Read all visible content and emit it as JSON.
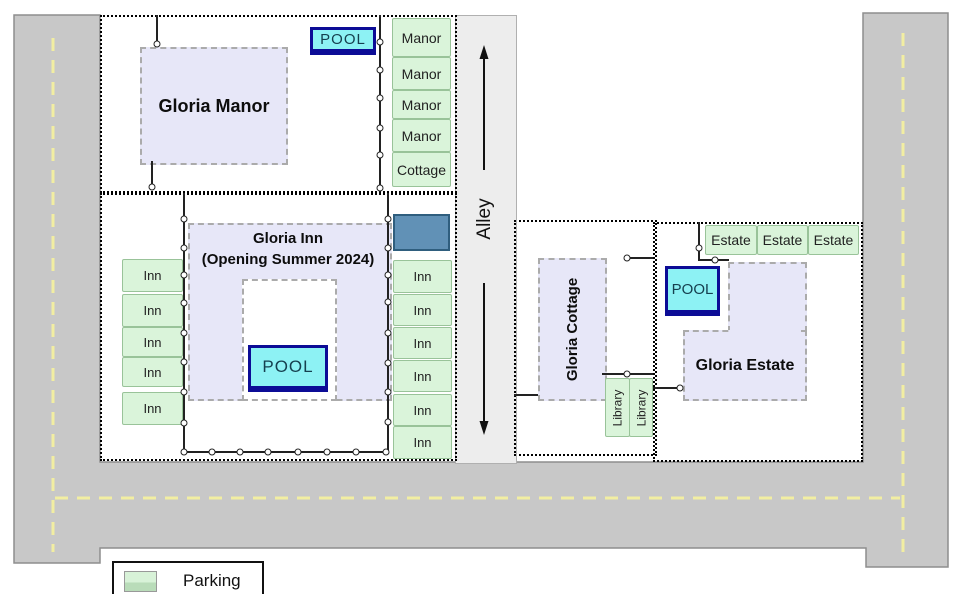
{
  "alley": {
    "label": "Alley"
  },
  "legend": {
    "parking_label": "Parking"
  },
  "manor": {
    "name": "Gloria Manor",
    "pool_label": "POOL",
    "parking": [
      "Manor",
      "Manor",
      "Manor",
      "Manor",
      "Cottage"
    ]
  },
  "inn": {
    "name_line1": "Gloria Inn",
    "name_line2": "(Opening Summer 2024)",
    "pool_label": "POOL",
    "parking_left": [
      "Inn",
      "Inn",
      "Inn",
      "Inn",
      "Inn"
    ],
    "parking_right": [
      "Inn",
      "Inn",
      "Inn",
      "Inn",
      "Inn",
      "Inn"
    ]
  },
  "cottage": {
    "name": "Gloria Cottage",
    "library_parking": [
      "Library",
      "Library"
    ]
  },
  "estate": {
    "name": "Gloria Estate",
    "pool_label": "POOL",
    "parking": [
      "Estate",
      "Estate",
      "Estate"
    ]
  },
  "colors": {
    "road": "#c8c8c8",
    "road_center_line": "#f2eea2",
    "alley": "#ededed",
    "building_fill": "#e7e7f8",
    "parking_fill": "#daf4da",
    "pool_fill": "#8df2f4",
    "pool_border": "#0c0c96",
    "unlabeled_building": "#6191b6"
  }
}
